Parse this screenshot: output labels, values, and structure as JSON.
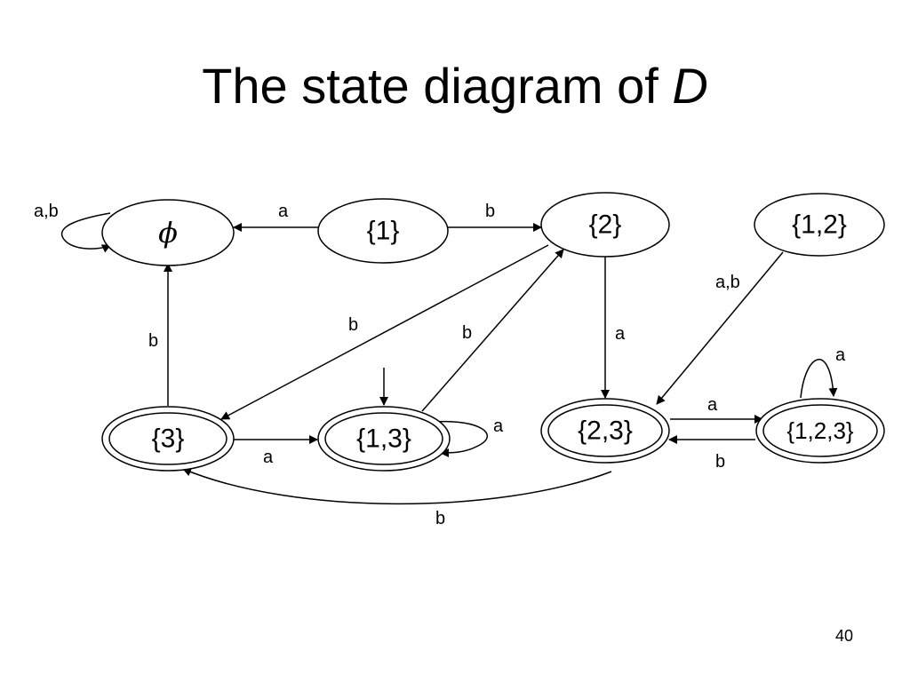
{
  "slide": {
    "title": "The state diagram of ",
    "title_variable": "D",
    "page_number": "40"
  },
  "diagram": {
    "states": [
      {
        "id": "empty",
        "label": "ϕ",
        "accepting": false,
        "start": false
      },
      {
        "id": "s1",
        "label": "{1}",
        "accepting": false,
        "start": false
      },
      {
        "id": "s2",
        "label": "{2}",
        "accepting": false,
        "start": false
      },
      {
        "id": "s12",
        "label": "{1,2}",
        "accepting": false,
        "start": false
      },
      {
        "id": "s3",
        "label": "{3}",
        "accepting": true,
        "start": false
      },
      {
        "id": "s13",
        "label": "{1,3}",
        "accepting": true,
        "start": true
      },
      {
        "id": "s23",
        "label": "{2,3}",
        "accepting": true,
        "start": false
      },
      {
        "id": "s123",
        "label": "{1,2,3}",
        "accepting": true,
        "start": false
      }
    ],
    "transitions": [
      {
        "from": "empty",
        "to": "empty",
        "label": "a,b"
      },
      {
        "from": "s1",
        "to": "empty",
        "label": "a"
      },
      {
        "from": "s1",
        "to": "s2",
        "label": "b"
      },
      {
        "from": "s3",
        "to": "empty",
        "label": "b"
      },
      {
        "from": "s2",
        "to": "s3",
        "label": "b"
      },
      {
        "from": "s13",
        "to": "s2",
        "label": "b"
      },
      {
        "from": "s2",
        "to": "s23",
        "label": "a"
      },
      {
        "from": "s12",
        "to": "s23",
        "label": "a,b"
      },
      {
        "from": "s123",
        "to": "s123",
        "label": "a"
      },
      {
        "from": "s3",
        "to": "s13",
        "label": "a"
      },
      {
        "from": "s13",
        "to": "s13",
        "label": "a"
      },
      {
        "from": "s23",
        "to": "s123",
        "label": "a"
      },
      {
        "from": "s123",
        "to": "s23",
        "label": "b"
      },
      {
        "from": "s23",
        "to": "s3",
        "label": "b"
      }
    ]
  }
}
